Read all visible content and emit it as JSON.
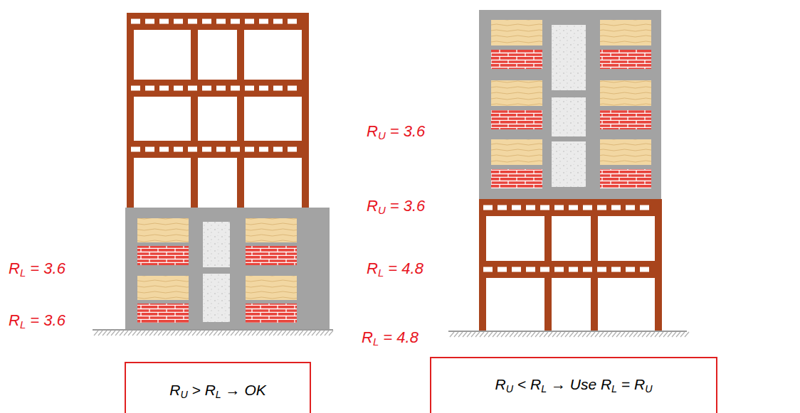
{
  "diagram": {
    "nodes": [
      {
        "text": [
          "RU > RL → OK"
        ]
      },
      {
        "text": [
          "RU < RL → Use RL = RU"
        ]
      }
    ],
    "labels": [
      "RU = 3.6",
      "RU = 3.6",
      "RL = 3.6",
      "RL = 4.8",
      "RL = 3.6",
      "RL = 4.8"
    ]
  }
}
